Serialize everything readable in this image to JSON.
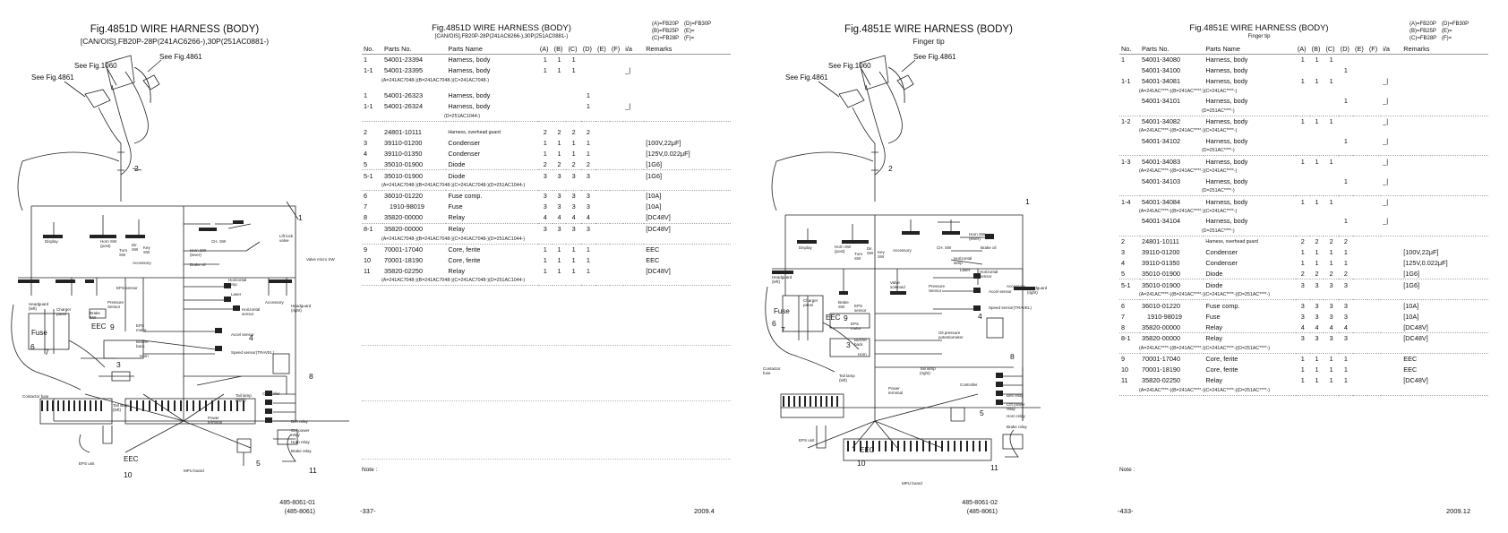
{
  "left_figure": {
    "title": "Fig.4851D  WIRE HARNESS (BODY)",
    "subtitle": "[CAN/OIS],FB20P-28P(241AC6266-),30P(251AC0881-)",
    "see_refs": [
      "See Fig.4861",
      "See Fig.1060",
      "See Fig.4861"
    ],
    "item_numbers": [
      "1",
      "2",
      "3",
      "4",
      "5",
      "6",
      "7",
      "8",
      "9",
      "10",
      "11"
    ],
    "labels": {
      "fuse": "Fuse",
      "eec_9": "EEC",
      "eec_10": "EEC",
      "display": "Display",
      "horn_sw_post": "Horn SW\n(post)",
      "turn_sw": "Turn\nSW",
      "dir_sw": "Dir.\nSW",
      "key_sw": "Key\nSW",
      "accessory": "Accessory",
      "horn_sw_lever": "Horn SW\n(lever)",
      "brake_oil": "Brake oil",
      "ch_sw": "CH. SW",
      "lift_lock_valve": "Lift lock\nvalve",
      "valve_micro_sw": "Valve micro SW",
      "eps_sensor": "EPS sensor",
      "horizontal_lamp": "Horizontal\nlamp",
      "laser": "Laser",
      "horizontal_sensor": "Horizontal\nsensor",
      "headguard_left": "Headguard\n(left)",
      "headguard_right": "Headguard\n(right)",
      "charger_panel": "Charger\npanel",
      "brake_sw": "Brake\nSW",
      "pressure_sensor": "Pressure\nSensor",
      "eps_motor": "EPS\nmotor",
      "buzzer_back": "Buzzer\nback",
      "horn": "Horn",
      "accel_sensor": "Accel sensor",
      "speed_sensor": "Speed sensor(TRAVEL)",
      "contactor_fuse": "Contactor fuse",
      "tail_lamp_left": "Tail lamp\n(left)",
      "tail_lamp_right": "Tail lamp\n(right)",
      "controller": "Controller",
      "power_terminal": "Power\nterminal",
      "belt_relay": "Belt relay",
      "ctrl_power_relay": "Ctrl power\nrelay",
      "horn_relay": "Horn relay",
      "brake_relay": "Brake relay",
      "eps_unit": "EPS unit",
      "mpu_board": "MPU board"
    },
    "part_refs": [
      "485-8061-01",
      "(485-8061)"
    ]
  },
  "left_list": {
    "title": "Fig.4851D  WIRE HARNESS (BODY)",
    "subtitle": "[CAN/OIS],FB20P-28P(241AC6266-),30P(251AC0881-)",
    "legend": [
      [
        "(A)=FB20P",
        "(D)=FB30P"
      ],
      [
        "(B)=FB25P",
        "(E)="
      ],
      [
        "(C)=FB28P",
        "(F)="
      ]
    ],
    "headers": [
      "No.",
      "Parts No.",
      "Parts Name",
      "(A)",
      "(B)",
      "(C)",
      "(D)",
      "(E)",
      "(F)",
      "i/a",
      "Remarks"
    ],
    "rows": [
      {
        "no": "1",
        "pn": "54001-23394",
        "name": "Harness, body",
        "q": [
          "1",
          "1",
          "1",
          "",
          "",
          ""
        ],
        "ia": "",
        "rem": ""
      },
      {
        "no": "1-1",
        "pn": "54001-23395",
        "name": "Harness, body",
        "q": [
          "1",
          "1",
          "1",
          "",
          "",
          ""
        ],
        "ia": "_|",
        "rem": ""
      },
      {
        "note": "(A=241AC7048-)(B=241AC7048-)(C=241AC7048-)"
      },
      {
        "blank": true
      },
      {
        "no": "1",
        "pn": "54001-26323",
        "name": "Harness, body",
        "q": [
          "",
          "",
          "",
          "1",
          "",
          ""
        ],
        "ia": "",
        "rem": ""
      },
      {
        "no": "1-1",
        "pn": "54001-26324",
        "name": "Harness, body",
        "q": [
          "",
          "",
          "",
          "1",
          "",
          ""
        ],
        "ia": "_|",
        "rem": ""
      },
      {
        "note": "(D=251AC1044-)",
        "indent": true,
        "sep": true
      },
      {
        "blank": true
      },
      {
        "no": "2",
        "pn": "24801-10111",
        "name": "Harness, overhead guard",
        "small": true,
        "q": [
          "2",
          "2",
          "2",
          "2",
          "",
          ""
        ],
        "ia": "",
        "rem": ""
      },
      {
        "no": "3",
        "pn": "39110-01200",
        "name": "Condenser",
        "q": [
          "1",
          "1",
          "1",
          "1",
          "",
          ""
        ],
        "ia": "",
        "rem": "[100V,22μF]"
      },
      {
        "no": "4",
        "pn": "39110-01350",
        "name": "Condenser",
        "q": [
          "1",
          "1",
          "1",
          "1",
          "",
          ""
        ],
        "ia": "",
        "rem": "[125V,0.022μF]"
      },
      {
        "no": "5",
        "pn": "35010-01900",
        "name": "Diode",
        "q": [
          "2",
          "2",
          "2",
          "2",
          "",
          ""
        ],
        "ia": "",
        "rem": "[1G6]",
        "sep": true
      },
      {
        "no": "5-1",
        "pn": "35010-01900",
        "name": "Diode",
        "q": [
          "3",
          "3",
          "3",
          "3",
          "",
          ""
        ],
        "ia": "",
        "rem": "[1G6]"
      },
      {
        "note": "(A=241AC7048-)(B=241AC7048-)(C=241AC7048-)(D=251AC1044-)",
        "sep": true
      },
      {
        "no": "6",
        "pn": "36010-01220",
        "name": "Fuse comp.",
        "q": [
          "3",
          "3",
          "3",
          "3",
          "",
          ""
        ],
        "ia": "",
        "rem": "[10A]"
      },
      {
        "no": "7",
        "pn": "1910-98019",
        "name": "Fuse",
        "q": [
          "3",
          "3",
          "3",
          "3",
          "",
          ""
        ],
        "ia": "",
        "rem": "[10A]",
        "indent": true
      },
      {
        "no": "8",
        "pn": "35820-00000",
        "name": "Relay",
        "q": [
          "4",
          "4",
          "4",
          "4",
          "",
          ""
        ],
        "ia": "",
        "rem": "[DC48V]",
        "sep": true
      },
      {
        "no": "8-1",
        "pn": "35820-00000",
        "name": "Relay",
        "q": [
          "3",
          "3",
          "3",
          "3",
          "",
          ""
        ],
        "ia": "",
        "rem": "[DC48V]"
      },
      {
        "note": "(A=241AC7048-)(B=241AC7048-)(C=241AC7048-)(D=251AC1044-)",
        "sep": true
      },
      {
        "no": "9",
        "pn": "70001-17040",
        "name": "Core, ferite",
        "q": [
          "1",
          "1",
          "1",
          "1",
          "",
          ""
        ],
        "ia": "",
        "rem": "EEC"
      },
      {
        "no": "10",
        "pn": "70001-18190",
        "name": "Core, ferite",
        "q": [
          "1",
          "1",
          "1",
          "1",
          "",
          ""
        ],
        "ia": "",
        "rem": "EEC"
      },
      {
        "no": "11",
        "pn": "35820-02250",
        "name": "Relay",
        "q": [
          "1",
          "1",
          "1",
          "1",
          "",
          ""
        ],
        "ia": "",
        "rem": "[DC48V]"
      },
      {
        "note": "(A=241AC7048-)(B=241AC7048-)(C=241AC7048-)(D=251AC1044-)",
        "sep": true
      }
    ],
    "note_label": "Note :",
    "page": "-337-",
    "date": "2009.4"
  },
  "right_figure": {
    "title": "Fig.4851E  WIRE HARNESS (BODY)",
    "subtitle": "Finger tip",
    "see_refs": [
      "See Fig.4861",
      "See Fig.1060",
      "See Fig.4861"
    ],
    "item_numbers": [
      "1",
      "2",
      "3",
      "4",
      "5",
      "6",
      "7",
      "8",
      "9",
      "10",
      "11"
    ],
    "labels": {
      "fuse": "Fuse",
      "eec_9": "EEC",
      "eec_10": "EEC",
      "display": "Display",
      "horn_sw_post": "Horn SW\n(post)",
      "turn_sw": "Turn\nSW",
      "dir_sw": "Dir.\nSW",
      "key_sw": "Key\nSW",
      "accessory": "Accessory",
      "horn_sw_lever": "Horn SW\n(lever)",
      "brake_oil": "Brake oil",
      "ch_sw": "CH. SW",
      "horizontal_lamp": "Horizontal\nlamp",
      "laser": "Laser",
      "horizontal_sensor": "Horizontal\nsensor",
      "valve_solenoid": "Valve\nsolenoid",
      "pressure_sensor": "Pressure\nSensor",
      "accel_sensor": "Accel sensor",
      "headguard_left": "Headguard\n(left)",
      "headguard_right": "Headguard\n(right)",
      "charger_panel": "Charger\npanel",
      "brake_sw": "Brake\nSW",
      "eps_sensor": "EPS\nsensor",
      "speed_sensor": "Speed sensor(TRAVEL)",
      "eps_motor": "EPS\nmotor",
      "buzzer_back": "Buzzer\nback",
      "horn": "Horn",
      "oil_pressure_potentiometer": "Oil pressure\npotentiometer",
      "contactor_fuse": "Contactor\nfuse",
      "tail_lamp_left": "Tail lamp\n(left)",
      "tail_lamp_right": "Tail lamp\n(right)",
      "controller": "Controller",
      "power_terminal": "Power\nterminal",
      "belt_relay": "Belt relay",
      "ctrl_power_relay": "Ctrl power\nrelay",
      "horn_relay": "Horn relay",
      "brake_relay": "Brake relay",
      "eps_unit": "EPS unit",
      "mpu_board": "MPU board"
    },
    "part_refs": [
      "485-8061-02",
      "(485-8061)"
    ]
  },
  "right_list": {
    "title": "Fig.4851E  WIRE HARNESS (BODY)",
    "subtitle": "Finger tip",
    "legend": [
      [
        "(A)=FB20P",
        "(D)=FB30P"
      ],
      [
        "(B)=FB25P",
        "(E)="
      ],
      [
        "(C)=FB28P",
        "(F)="
      ]
    ],
    "headers": [
      "No.",
      "Parts No.",
      "Parts Name",
      "(A)",
      "(B)",
      "(C)",
      "(D)",
      "(E)",
      "(F)",
      "i/a",
      "Remarks"
    ],
    "rows": [
      {
        "no": "1",
        "pn": "54001-34080",
        "name": "Harness, body",
        "q": [
          "1",
          "1",
          "1",
          "",
          "",
          ""
        ],
        "ia": "",
        "rem": ""
      },
      {
        "no": "",
        "pn": "54001-34100",
        "name": "Harness, body",
        "q": [
          "",
          "",
          "",
          "1",
          "",
          ""
        ],
        "ia": "",
        "rem": ""
      },
      {
        "no": "1-1",
        "pn": "54001-34081",
        "name": "Harness, body",
        "q": [
          "1",
          "1",
          "1",
          "",
          "",
          ""
        ],
        "ia": "_|",
        "rem": ""
      },
      {
        "note": "(A=241AC****-)(B=241AC****-)(C=241AC****-)"
      },
      {
        "no": "",
        "pn": "54001-34101",
        "name": "Harness, body",
        "q": [
          "",
          "",
          "",
          "1",
          "",
          ""
        ],
        "ia": "_|",
        "rem": ""
      },
      {
        "note": "(D=251AC****-)",
        "indent": true,
        "sep": true
      },
      {
        "no": "1-2",
        "pn": "54001-34082",
        "name": "Harness, body",
        "q": [
          "1",
          "1",
          "1",
          "",
          "",
          ""
        ],
        "ia": "_|",
        "rem": ""
      },
      {
        "note": "(A=241AC****-)(B=241AC****-)(C=241AC****-)"
      },
      {
        "no": "",
        "pn": "54001-34102",
        "name": "Harness, body",
        "q": [
          "",
          "",
          "",
          "1",
          "",
          ""
        ],
        "ia": "_|",
        "rem": ""
      },
      {
        "note": "(D=251AC****-)",
        "indent": true,
        "sep": true
      },
      {
        "no": "1-3",
        "pn": "54001-34083",
        "name": "Harness, body",
        "q": [
          "1",
          "1",
          "1",
          "",
          "",
          ""
        ],
        "ia": "_|",
        "rem": ""
      },
      {
        "note": "(A=241AC****-)(B=241AC****-)(C=241AC****-)"
      },
      {
        "no": "",
        "pn": "54001-34103",
        "name": "Harness, body",
        "q": [
          "",
          "",
          "",
          "1",
          "",
          ""
        ],
        "ia": "_|",
        "rem": ""
      },
      {
        "note": "(D=251AC****-)",
        "indent": true,
        "sep": true
      },
      {
        "no": "1-4",
        "pn": "54001-34084",
        "name": "Harness, body",
        "q": [
          "1",
          "1",
          "1",
          "",
          "",
          ""
        ],
        "ia": "_|",
        "rem": ""
      },
      {
        "note": "(A=241AC****-)(B=241AC****-)(C=241AC****-)"
      },
      {
        "no": "",
        "pn": "54001-34104",
        "name": "Harness, body",
        "q": [
          "",
          "",
          "",
          "1",
          "",
          ""
        ],
        "ia": "_|",
        "rem": ""
      },
      {
        "note": "(D=251AC****-)",
        "indent": true,
        "sep": true
      },
      {
        "no": "2",
        "pn": "24801-10111",
        "name": "Harness, overhead guard",
        "small": true,
        "q": [
          "2",
          "2",
          "2",
          "2",
          "",
          ""
        ],
        "ia": "",
        "rem": ""
      },
      {
        "no": "3",
        "pn": "39110-01200",
        "name": "Condenser",
        "q": [
          "1",
          "1",
          "1",
          "1",
          "",
          ""
        ],
        "ia": "",
        "rem": "[100V,22μF]"
      },
      {
        "no": "4",
        "pn": "39110-01350",
        "name": "Condenser",
        "q": [
          "1",
          "1",
          "1",
          "1",
          "",
          ""
        ],
        "ia": "",
        "rem": "[125V,0.022μF]"
      },
      {
        "no": "5",
        "pn": "35010-01900",
        "name": "Diode",
        "q": [
          "2",
          "2",
          "2",
          "2",
          "",
          ""
        ],
        "ia": "",
        "rem": "[1G6]",
        "sep": true
      },
      {
        "no": "5-1",
        "pn": "35010-01900",
        "name": "Diode",
        "q": [
          "3",
          "3",
          "3",
          "3",
          "",
          ""
        ],
        "ia": "",
        "rem": "[1G6]"
      },
      {
        "note": "(A=241AC****-)(B=241AC****-)(C=241AC****-)(D=251AC****-)",
        "sep": true
      },
      {
        "no": "6",
        "pn": "36010-01220",
        "name": "Fuse comp.",
        "q": [
          "3",
          "3",
          "3",
          "3",
          "",
          ""
        ],
        "ia": "",
        "rem": "[10A]"
      },
      {
        "no": "7",
        "pn": "1910-98019",
        "name": "Fuse",
        "q": [
          "3",
          "3",
          "3",
          "3",
          "",
          ""
        ],
        "ia": "",
        "rem": "[10A]",
        "indent": true
      },
      {
        "no": "8",
        "pn": "35820-00000",
        "name": "Relay",
        "q": [
          "4",
          "4",
          "4",
          "4",
          "",
          ""
        ],
        "ia": "",
        "rem": "[DC48V]",
        "sep": true
      },
      {
        "no": "8-1",
        "pn": "35820-00000",
        "name": "Relay",
        "q": [
          "3",
          "3",
          "3",
          "3",
          "",
          ""
        ],
        "ia": "",
        "rem": "[DC48V]"
      },
      {
        "note": "(A=241AC****-)(B=241AC****-)(C=241AC****-)(D=251AC****-)",
        "sep": true
      },
      {
        "no": "9",
        "pn": "70001-17040",
        "name": "Core, ferite",
        "q": [
          "1",
          "1",
          "1",
          "1",
          "",
          ""
        ],
        "ia": "",
        "rem": "EEC"
      },
      {
        "no": "10",
        "pn": "70001-18190",
        "name": "Core, ferite",
        "q": [
          "1",
          "1",
          "1",
          "1",
          "",
          ""
        ],
        "ia": "",
        "rem": "EEC"
      },
      {
        "no": "11",
        "pn": "35820-02250",
        "name": "Relay",
        "q": [
          "1",
          "1",
          "1",
          "1",
          "",
          ""
        ],
        "ia": "",
        "rem": "[DC48V]"
      },
      {
        "note": "(A=241AC****-)(B=241AC****-)(C=241AC****-)(D=251AC****-)",
        "sep": true
      }
    ],
    "note_label": "Note :",
    "page": "-433-",
    "date": "2009.12"
  }
}
